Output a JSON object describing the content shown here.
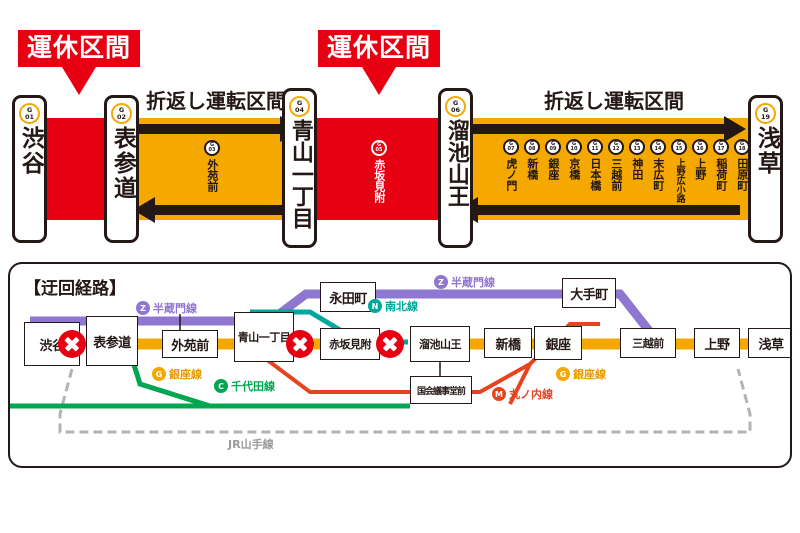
{
  "top_diagram": {
    "banners": [
      {
        "label": "運休区間",
        "color": "#e60012"
      },
      {
        "label": "運休区間",
        "color": "#e60012"
      }
    ],
    "section_labels": [
      {
        "label": "折返し運転区間"
      },
      {
        "label": "折返し運転区間"
      }
    ],
    "terminals": [
      {
        "code": "G",
        "num": "01",
        "name": "渋谷"
      },
      {
        "code": "G",
        "num": "02",
        "name": "表参道"
      },
      {
        "code": "G",
        "num": "04",
        "name": "青山一丁目"
      },
      {
        "code": "G",
        "num": "06",
        "name": "溜池山王"
      },
      {
        "code": "G",
        "num": "19",
        "name": "浅草"
      }
    ],
    "inline_stations_turnback_left": [
      {
        "code": "G",
        "num": "03",
        "name": "外苑前"
      }
    ],
    "inline_stations_suspended_right": [
      {
        "code": "G",
        "num": "05",
        "name": "赤坂見附"
      }
    ],
    "inline_stations_turnback_right": [
      {
        "code": "G",
        "num": "07",
        "name": "虎ノ門"
      },
      {
        "code": "G",
        "num": "08",
        "name": "新橋"
      },
      {
        "code": "G",
        "num": "09",
        "name": "銀座"
      },
      {
        "code": "G",
        "num": "10",
        "name": "京橋"
      },
      {
        "code": "G",
        "num": "11",
        "name": "日本橋"
      },
      {
        "code": "G",
        "num": "12",
        "name": "三越前"
      },
      {
        "code": "G",
        "num": "13",
        "name": "神田"
      },
      {
        "code": "G",
        "num": "14",
        "name": "末広町"
      },
      {
        "code": "G",
        "num": "15",
        "name": "上野広小路"
      },
      {
        "code": "G",
        "num": "16",
        "name": "上野"
      },
      {
        "code": "G",
        "num": "17",
        "name": "稲荷町"
      },
      {
        "code": "G",
        "num": "18",
        "name": "田原町"
      }
    ],
    "colors": {
      "suspended": "#e60012",
      "operating": "#f5a800",
      "arrow": "#231815"
    }
  },
  "detour_map": {
    "title": "【迂回経路】",
    "stations": [
      {
        "name": "渋谷"
      },
      {
        "name": "表参道"
      },
      {
        "name": "外苑前"
      },
      {
        "name": "青山一丁目"
      },
      {
        "name": "永田町"
      },
      {
        "name": "赤坂見附"
      },
      {
        "name": "溜池山王"
      },
      {
        "name": "国会議事堂前"
      },
      {
        "name": "新橋"
      },
      {
        "name": "銀座"
      },
      {
        "name": "大手町"
      },
      {
        "name": "三越前"
      },
      {
        "name": "上野"
      },
      {
        "name": "浅草"
      }
    ],
    "line_labels": [
      {
        "badge": "Z",
        "label": "半蔵門線",
        "color": "#8f76d1"
      },
      {
        "badge": "Z",
        "label": "半蔵門線",
        "color": "#8f76d1"
      },
      {
        "badge": "G",
        "label": "銀座線",
        "color": "#f5a800"
      },
      {
        "badge": "G",
        "label": "銀座線",
        "color": "#f5a800"
      },
      {
        "badge": "C",
        "label": "千代田線",
        "color": "#00a650"
      },
      {
        "badge": "N",
        "label": "南北線",
        "color": "#00a79d"
      },
      {
        "badge": "M",
        "label": "丸ノ内線",
        "color": "#e8431f"
      }
    ],
    "jr_line": "JR山手線",
    "closure_markers": 3
  }
}
